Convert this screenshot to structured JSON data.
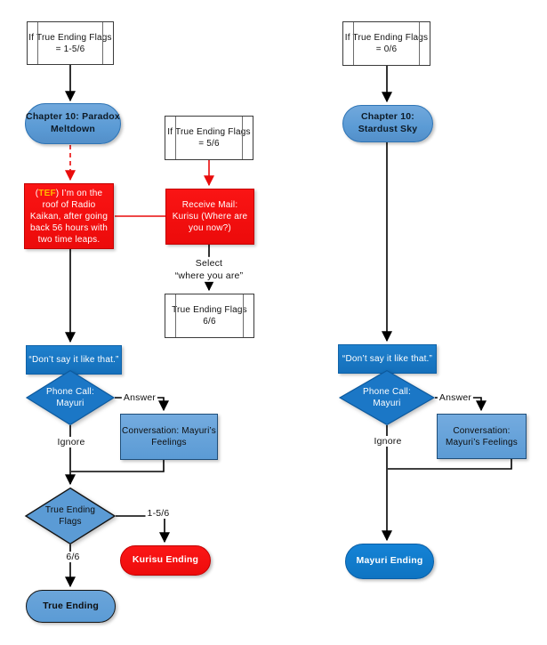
{
  "left": {
    "cond": "If True Ending Flags = 1-5/6",
    "chapter": "Chapter 10: Paradox Meltdown",
    "tef_open": "(",
    "tef": "TEF",
    "tef_rest": ") I’m on the roof of Radio Kaikan, after going back 56 hours with two time leaps.",
    "quote": "“Don’t say it like that.”",
    "phone": "Phone Call: Mayuri",
    "answer": "Answer",
    "ignore": "Ignore",
    "conversation": "Conversation: Mayuri’s Feelings",
    "flags_decision": "True Ending Flags",
    "branch_kurisu": "1-5/6",
    "branch_true": "6/6",
    "kurisu_ending": "Kurisu Ending",
    "true_ending": "True Ending"
  },
  "middle": {
    "cond": "If True Ending Flags = 5/6",
    "mail": "Receive Mail: Kurisu (Where are you now?)",
    "select_line1": "Select",
    "select_line2": "“where you are”",
    "flags": "True Ending Flags 6/6"
  },
  "right": {
    "cond": "If True Ending Flags = 0/6",
    "chapter": "Chapter 10: Stardust Sky",
    "quote": "“Don’t say it like that.”",
    "phone": "Phone Call: Mayuri",
    "answer": "Answer",
    "ignore": "Ignore",
    "conversation": "Conversation: Mayuri’s Feelings",
    "mayuri_ending": "Mayuri Ending"
  },
  "colors": {
    "node_red": "#EE0C0C",
    "tef_orange": "#FFB900",
    "strong_blue": "#1B77C6",
    "light_blue": "#5B9BD5",
    "mayuri_blue": "#0E74C2"
  }
}
